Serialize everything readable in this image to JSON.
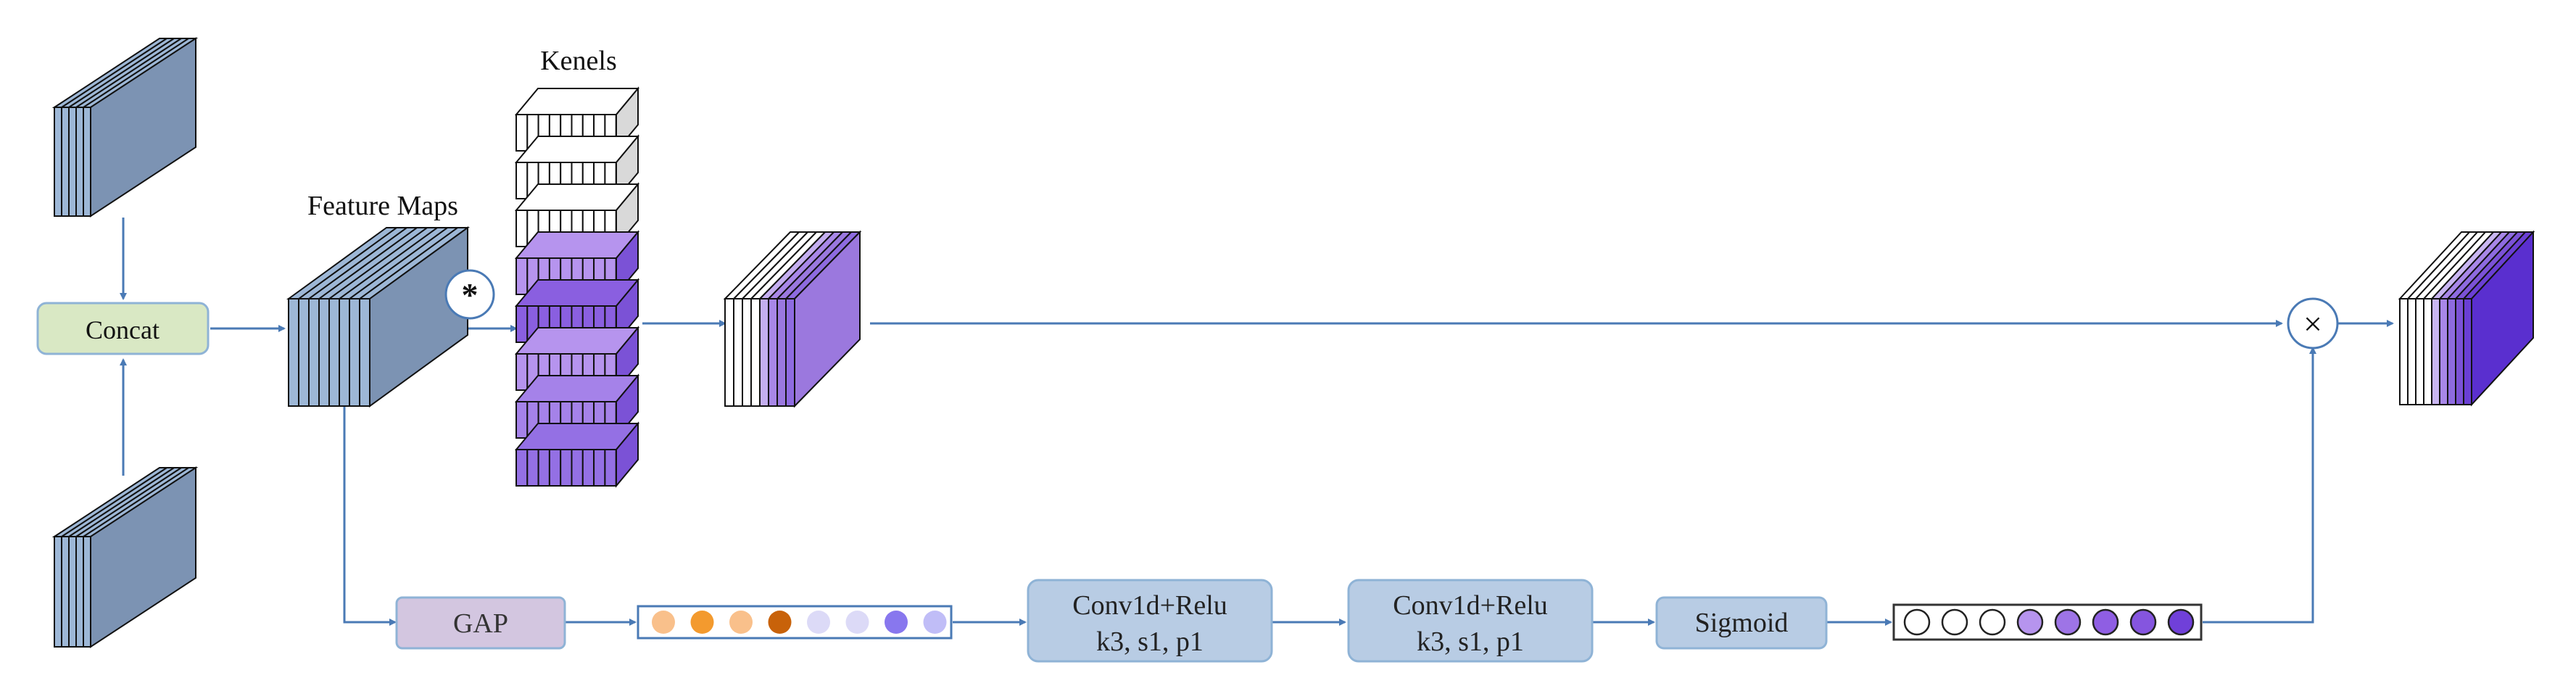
{
  "labels": {
    "kernels_title": "Kenels",
    "feature_maps": "Feature Maps",
    "concat": "Concat",
    "gap": "GAP",
    "conv1": "Conv1d+Relu",
    "conv1_params": "k3, s1, p1",
    "conv2": "Conv1d+Relu",
    "conv2_params": "k3, s1, p1",
    "sigmoid": "Sigmoid",
    "conv_operator": "*",
    "multiply_operator": "×"
  },
  "colors": {
    "arrow": "#4a7ab5",
    "concat_fill": "#d9e8c4",
    "concat_stroke": "#8fb3d6",
    "gap_fill": "#d3c6e0",
    "conv_fill": "#b8cce4",
    "feature_blue": "#7c93b3",
    "input_blue": "#9db7d6",
    "purple_light": "#b49ae6",
    "purple_mid": "#9a78df",
    "purple_dark": "#6a3fd4"
  },
  "gap_vector_colors": [
    "#f9c08b",
    "#f39a2e",
    "#f9c08b",
    "#c8620a",
    "#dcdaf7",
    "#dcdaf7",
    "#8877ee",
    "#c0bdf7"
  ],
  "sigmoid_vector_colors": [
    "#ffffff",
    "#ffffff",
    "#ffffff",
    "#b694ee",
    "#9e74e6",
    "#8f5ee3",
    "#8555df",
    "#7040d9"
  ],
  "kernel_fills": [
    "#ffffff",
    "#ffffff",
    "#ffffff",
    "#b694ee",
    "#8a5fe0",
    "#b694ee",
    "#a582e9",
    "#9470e4"
  ]
}
